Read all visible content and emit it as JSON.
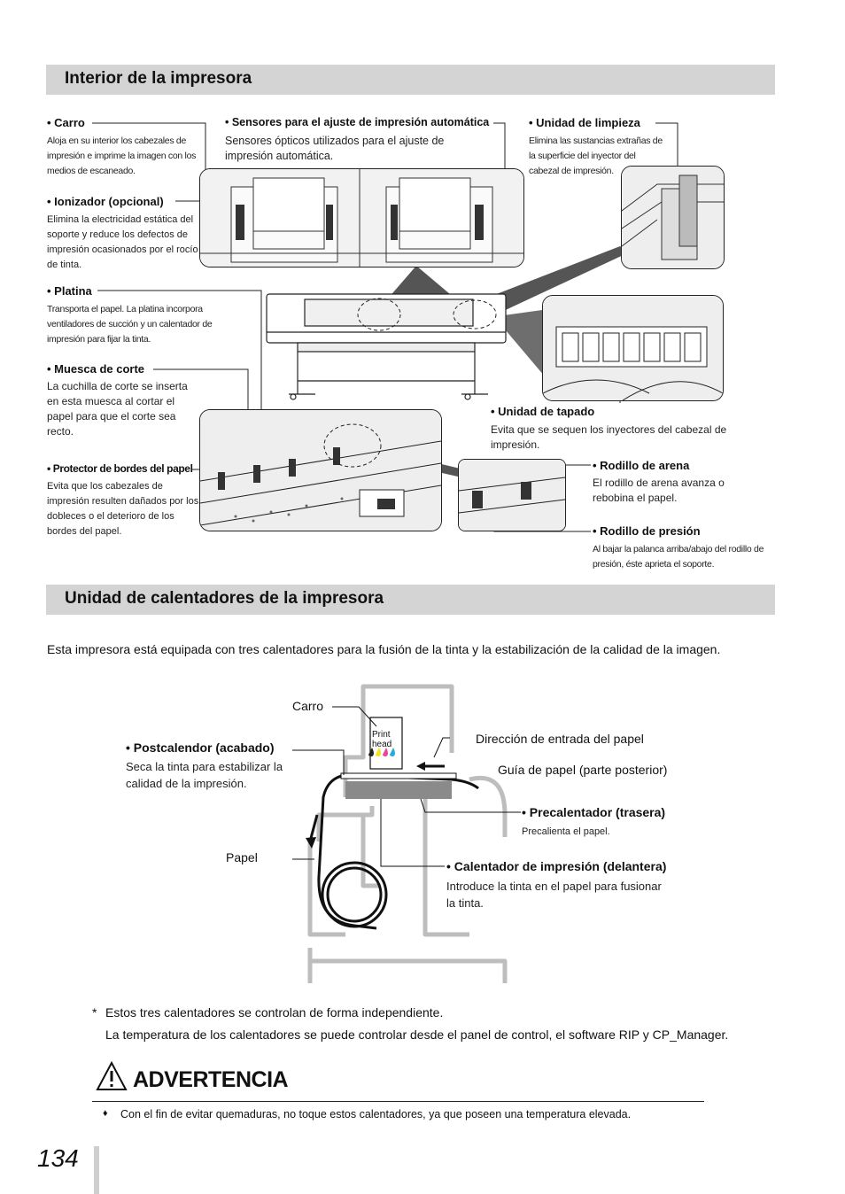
{
  "section1": {
    "title": "Interior de la impresora"
  },
  "labels": {
    "carro": {
      "title": "• Carro",
      "desc": "Aloja en su interior los cabezales de impresión e imprime la imagen con los medios de escaneado."
    },
    "sensores": {
      "title": "• Sensores para el ajuste de impresión automática",
      "desc": "Sensores ópticos utilizados para el ajuste de impresión automática."
    },
    "limpieza": {
      "title": "• Unidad de limpieza",
      "desc": "Elimina las sustancias extrañas de la superficie del inyector del cabezal de impresión."
    },
    "ionizador": {
      "title": "• Ionizador (opcional)",
      "desc": "Elimina la electricidad estática del soporte y reduce los defectos de impresión ocasionados por el rocío de tinta."
    },
    "platina": {
      "title": "• Platina",
      "desc": "Transporta el papel. La platina incorpora ventiladores de succión y un calentador de impresión para fijar la tinta."
    },
    "muesca": {
      "title": "• Muesca de corte",
      "desc": "La cuchilla de corte se inserta en esta muesca al cortar el papel para que el corte sea recto."
    },
    "protector": {
      "title": "• Protector de bordes del papel",
      "desc": "Evita que los cabezales de impresión resulten dañados por los dobleces o el deterioro de los bordes del papel."
    },
    "tapado": {
      "title": "• Unidad de tapado",
      "desc": "Evita que se sequen los inyectores del cabezal de impresión."
    },
    "arena": {
      "title": "• Rodillo de arena",
      "desc": "El rodillo de arena avanza o rebobina el papel."
    },
    "presion": {
      "title": "• Rodillo de presión",
      "desc": "Al bajar la palanca arriba/abajo del rodillo de presión, éste aprieta el soporte."
    }
  },
  "section2": {
    "title": "Unidad de calentadores de la impresora"
  },
  "intro": "Esta impresora está equipada con tres calentadores para la fusión de la tinta y la estabilización de la calidad de la imagen.",
  "diagram": {
    "carro": "Carro",
    "print_head": [
      "Print",
      "head"
    ],
    "postcalendor_title": "• Postcalendor (acabado)",
    "postcalendor_desc": [
      "Seca la tinta para estabilizar la",
      "calidad de la impresión."
    ],
    "direccion": "Dirección de entrada del papel",
    "guia": "Guía de papel (parte posterior)",
    "precalentador_title": "• Precalentador (trasera)",
    "precalentador_desc": "Precalienta el papel.",
    "papel": "Papel",
    "calentador_title": "• Calentador de impresión (delantera)",
    "calentador_desc": [
      "Introduce la tinta en el papel para fusionar",
      "la tinta."
    ]
  },
  "notes": {
    "star": "*",
    "line1": "Estos tres calentadores se controlan de forma independiente.",
    "line2": "La temperatura de los calentadores se puede controlar desde el panel de control, el software RIP y CP_Manager."
  },
  "warning": {
    "title": "ADVERTENCIA",
    "bullet": "♦",
    "text": "Con el fin de evitar quemaduras, no toque estos calentadores, ya que poseen una temperatura elevada."
  },
  "page_number": "134",
  "colors": {
    "section_bar": "#d4d4d4",
    "ink_cyan": "#29aae1",
    "ink_magenta": "#e8489a",
    "ink_yellow": "#f5e21c",
    "ink_black": "#222222",
    "heater_gray": "#8a8a8a"
  }
}
